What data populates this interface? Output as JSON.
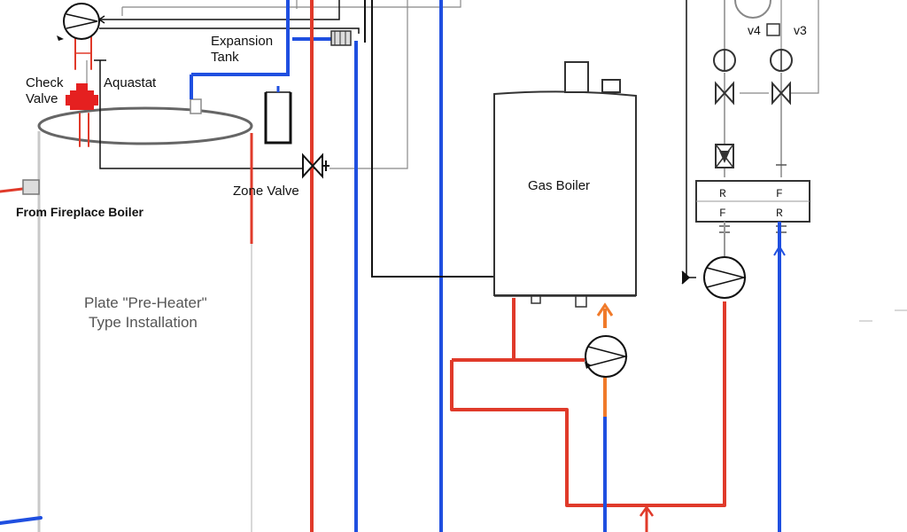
{
  "labels": {
    "expansion_line1": "Expansion",
    "expansion_line2": "Tank",
    "check_line1": "Check",
    "check_line2": "Valve",
    "aquastat": "Aquastat",
    "zone_valve": "Zone Valve",
    "from_fireplace": "From Fireplace Boiler",
    "gas_boiler": "Gas Boiler",
    "tank_line1": "Plate \"Pre-Heater\"",
    "tank_line2": "Type Installation",
    "v4": "v4",
    "v3": "v3",
    "manifold_r_top": "R",
    "manifold_f_bottom": "F",
    "manifold_f_top": "F",
    "manifold_r_bottom": "R"
  },
  "colors": {
    "supply_hot": "#e03a2a",
    "return_cold": "#1f4fe0",
    "pump_outlet": "#f07a2a",
    "control_wire": "#111111",
    "neutral_line": "#888888",
    "background": "#ffffff"
  },
  "icons": {
    "pump": "circulator-pump-icon",
    "zone_valve": "two-way-valve-icon",
    "check_valve": "check-valve-icon",
    "expansion_tank": "expansion-tank-icon",
    "mixing_valve": "mixing-valve-icon"
  }
}
